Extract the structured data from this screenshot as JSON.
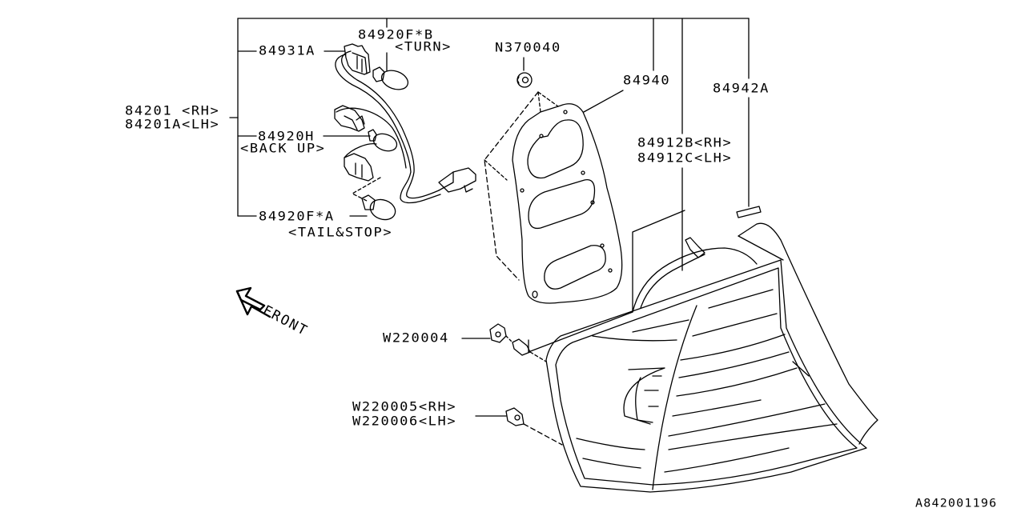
{
  "diagram": {
    "type": "parts-exploded-view",
    "subject": "Rear tail lamp assembly",
    "reference_code": "A842001196",
    "direction_indicator": "FRONT",
    "parts": [
      {
        "id": "lamp_assy",
        "line1": "84201 <RH>",
        "line2": "84201A<LH>"
      },
      {
        "id": "socket",
        "line1": "84931A"
      },
      {
        "id": "bulb_turn",
        "line1": "84920F*B",
        "line2": "<TURN>"
      },
      {
        "id": "bulb_backup",
        "line1": "84920H",
        "line2": "<BACK UP>"
      },
      {
        "id": "bulb_tail_stop",
        "line1": "84920F*A",
        "line2": "<TAIL&STOP>"
      },
      {
        "id": "nut",
        "line1": "N370040"
      },
      {
        "id": "gasket",
        "line1": "84940"
      },
      {
        "id": "lens_housing",
        "line1": "84912B<RH>",
        "line2": "84912C<LH>"
      },
      {
        "id": "seal_pad",
        "line1": "84942A"
      },
      {
        "id": "clip_w220004",
        "line1": "W220004"
      },
      {
        "id": "clip_rh_lh",
        "line1": "W220005<RH>",
        "line2": "W220006<LH>"
      }
    ]
  }
}
